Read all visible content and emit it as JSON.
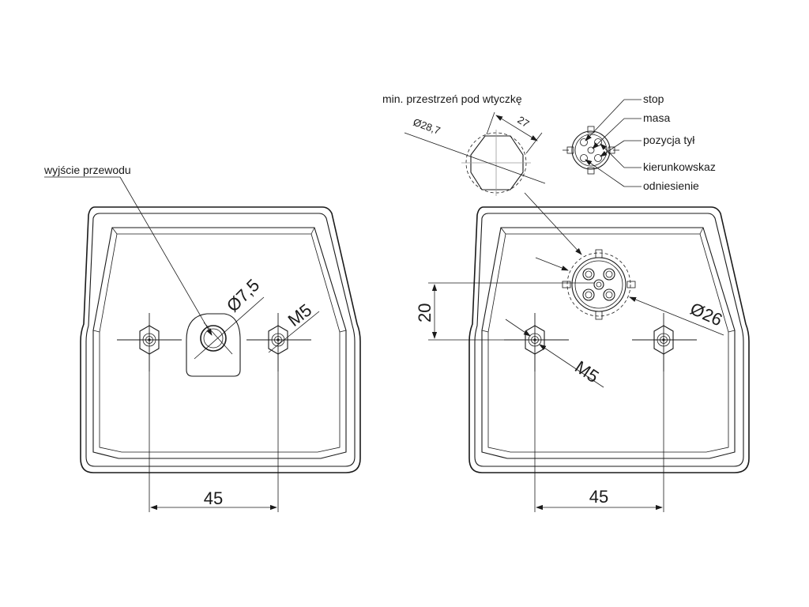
{
  "labels": {
    "cable_exit": "wyjście przewodu",
    "plug_space": "min. przestrzeń pod wtyczkę",
    "stop": "stop",
    "ground": "masa",
    "rear_position": "pozycja tył",
    "turn_signal": "kierunkowskaz",
    "reversing": "odniesienie"
  },
  "dimensions": {
    "hole_diameter": "Ø7,5",
    "thread_left": "M5",
    "spacing_left": "45",
    "plug_diameter": "Ø28,7",
    "plug_flat": "27",
    "offset": "20",
    "thread_right": "M5",
    "socket_diameter": "Ø26",
    "spacing_right": "45"
  }
}
